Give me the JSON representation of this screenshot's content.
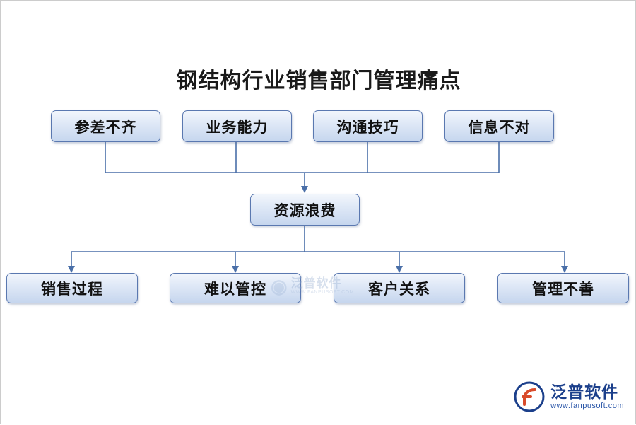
{
  "diagram": {
    "title": "钢结构行业销售部门管理痛点",
    "row1": [
      {
        "label": "参差不齐"
      },
      {
        "label": "业务能力"
      },
      {
        "label": "沟通技巧"
      },
      {
        "label": "信息不对"
      }
    ],
    "row2": [
      {
        "label": "资源浪费"
      }
    ],
    "row3": [
      {
        "label": "销售过程"
      },
      {
        "label": "难以管控"
      },
      {
        "label": "客户关系"
      },
      {
        "label": "管理不善"
      }
    ],
    "colors": {
      "node_border": "#5a78b0",
      "node_fill_top": "#f2f6fc",
      "node_fill_bottom": "#c6d6ee",
      "connector": "#4a6fa8",
      "title_text": "#1a1a1a"
    }
  },
  "watermark": {
    "cn": "泛普软件",
    "en": "WWW.FANPUSOFT.COM"
  },
  "logo": {
    "cn": "泛普软件",
    "en": "www.fanpusoft.com"
  }
}
